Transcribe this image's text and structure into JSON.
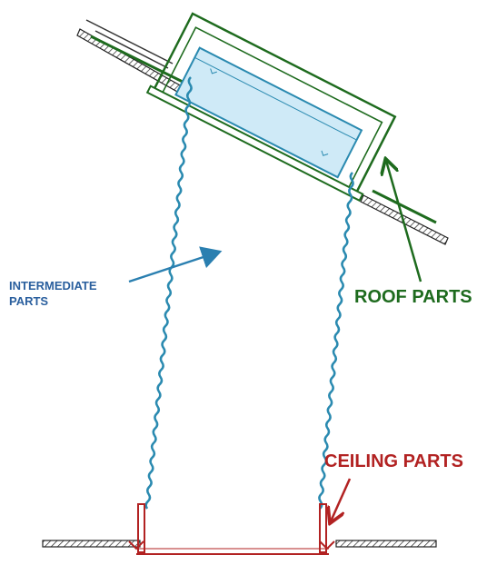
{
  "labels": {
    "intermediate": "INTERMEDIATE PARTS",
    "roof": "ROOF PARTS",
    "ceiling": "CEILING PARTS"
  },
  "colors": {
    "intermediate": "#2a5f9e",
    "roof": "#1e6b1e",
    "ceiling": "#b22222",
    "tube": "#2a8ab0",
    "glass": "#cfeaf7",
    "hatch": "#222222"
  }
}
